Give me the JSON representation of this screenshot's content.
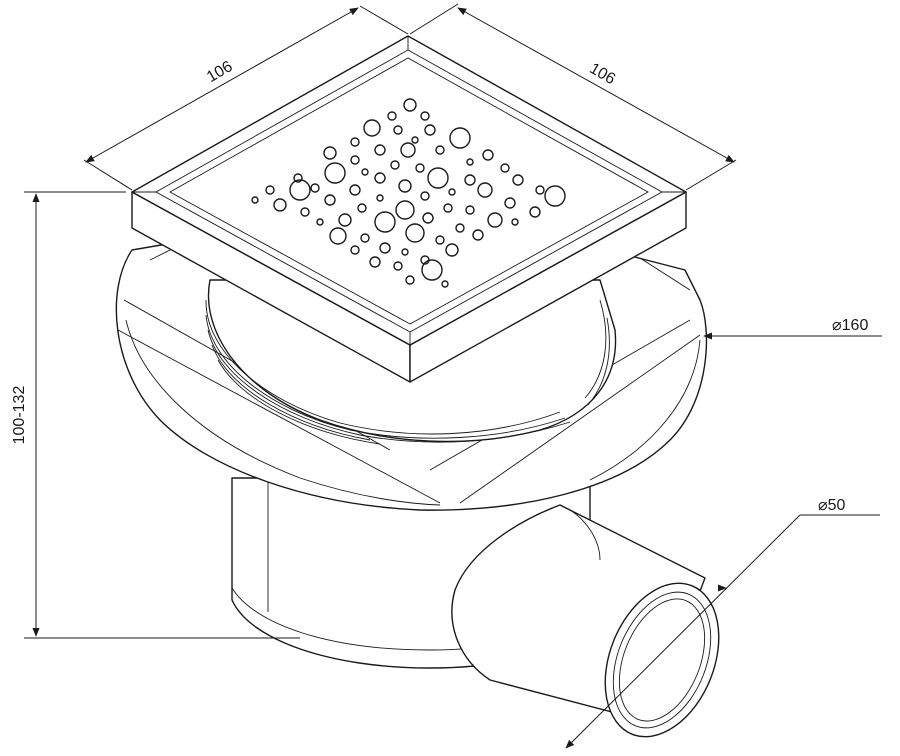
{
  "dimensions": {
    "grate_side_left": "106",
    "grate_side_right": "106",
    "body_diameter": "160",
    "outlet_diameter": "50",
    "height_range": "100-132"
  },
  "symbols": {
    "diameter_prefix": "⌀"
  }
}
